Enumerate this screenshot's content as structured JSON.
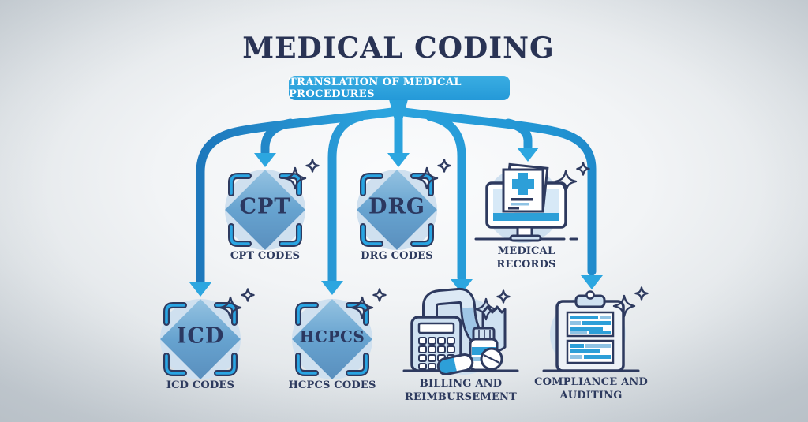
{
  "title": "MEDICAL CODING",
  "banner": {
    "label": "TRANSLATION OF MEDICAL PROCEDURES"
  },
  "nodes": {
    "cpt": {
      "code": "CPT",
      "label": "CPT CODES"
    },
    "drg": {
      "code": "DRG",
      "label": "DRG CODES"
    },
    "medical_records": {
      "label": "MEDICAL RECORDS"
    },
    "icd": {
      "code": "ICD",
      "label": "ICD CODES"
    },
    "hcpcs": {
      "code": "HCPCS",
      "label": "HCPCS CODES"
    },
    "billing": {
      "label": "BILLING AND REIMBURSEMENT"
    },
    "compliance": {
      "label": "COMPLIANCE AND AUDITING"
    }
  },
  "structure": {
    "root": "TRANSLATION OF MEDICAL PROCEDURES",
    "branches": [
      "CPT CODES",
      "DRG CODES",
      "MEDICAL RECORDS",
      "ICD CODES",
      "HCPCS CODES",
      "BILLING AND REIMBURSEMENT",
      "COMPLIANCE AND AUDITING"
    ]
  },
  "icons": {
    "cpt": "code-badge-diamond-icon",
    "drg": "code-badge-diamond-icon",
    "icd": "code-badge-diamond-icon",
    "hcpcs": "code-badge-diamond-icon",
    "medical_records": "computer-with-medical-document-icon",
    "billing": "calculator-receipt-medicine-icon",
    "compliance": "audit-clipboard-checklist-icon",
    "decoration": "sparkles-icon"
  },
  "colors": {
    "banner_bg": "#2fa6e0",
    "line_gradient_start": "#1a6db4",
    "line_gradient_end": "#2ba4de",
    "arrowhead": "#2ca6e0",
    "navy_text": "#2d3a5e",
    "icon_circle_bg": "#cfe0ef",
    "accent_blue": "#2d9fd8"
  }
}
